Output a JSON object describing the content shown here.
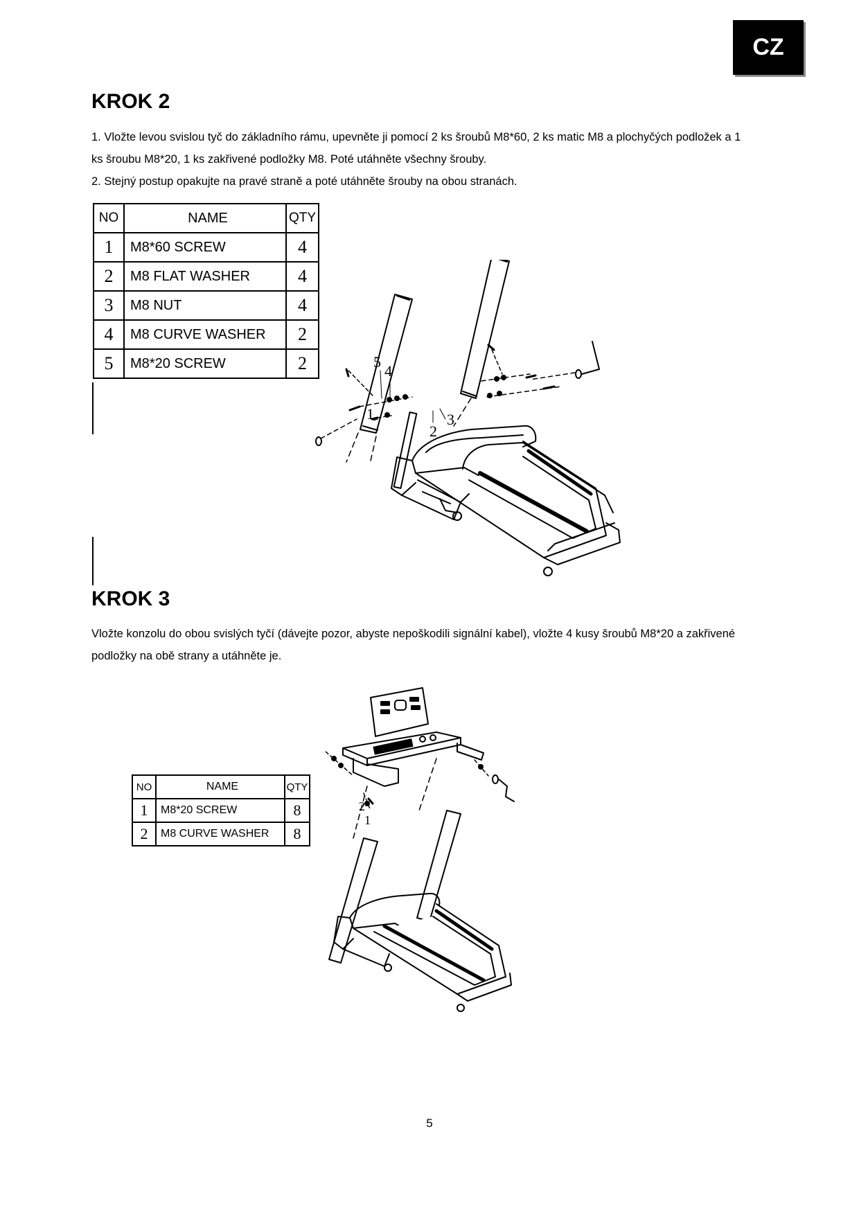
{
  "badge": "CZ",
  "step2": {
    "title": "KROK 2",
    "line1": "1. Vložte levou svislou tyč do základního rámu, upevněte ji pomocí 2 ks šroubů M8*60, 2 ks matic M8 a plochyčých podložek a 1",
    "line2": "ks šroubu M8*20, 1 ks zakřivené podložky M8. Poté utáhněte všechny šrouby.",
    "line3": "2. Stejný postup opakujte na pravé straně a poté utáhněte šrouby na obou stranách.",
    "table": {
      "headers": {
        "no": "NO",
        "name": "NAME",
        "qty": "QTY"
      },
      "rows": [
        {
          "no": "1",
          "name": "M8*60 SCREW",
          "qty": "4"
        },
        {
          "no": "2",
          "name": "M8 FLAT WASHER",
          "qty": "4"
        },
        {
          "no": "3",
          "name": "M8 NUT",
          "qty": "4"
        },
        {
          "no": "4",
          "name": "M8 CURVE WASHER",
          "qty": "2"
        },
        {
          "no": "5",
          "name": "M8*20 SCREW",
          "qty": "2"
        }
      ]
    },
    "callouts": [
      "5",
      "4",
      "1",
      "2",
      "3"
    ]
  },
  "step3": {
    "title": "KROK 3",
    "line1": "Vložte konzolu do obou svislých tyčí (dávejte pozor, abyste nepoškodili signální kabel), vložte 4 kusy šroubů M8*20 a zakřivené",
    "line2": "podložky na obě strany a utáhněte je.",
    "table": {
      "headers": {
        "no": "NO",
        "name": "NAME",
        "qty": "QTY"
      },
      "rows": [
        {
          "no": "1",
          "name": "M8*20 SCREW",
          "qty": "8"
        },
        {
          "no": "2",
          "name": "M8 CURVE WASHER",
          "qty": "8"
        }
      ]
    },
    "callouts": [
      "2",
      "1"
    ]
  },
  "page_number": "5"
}
